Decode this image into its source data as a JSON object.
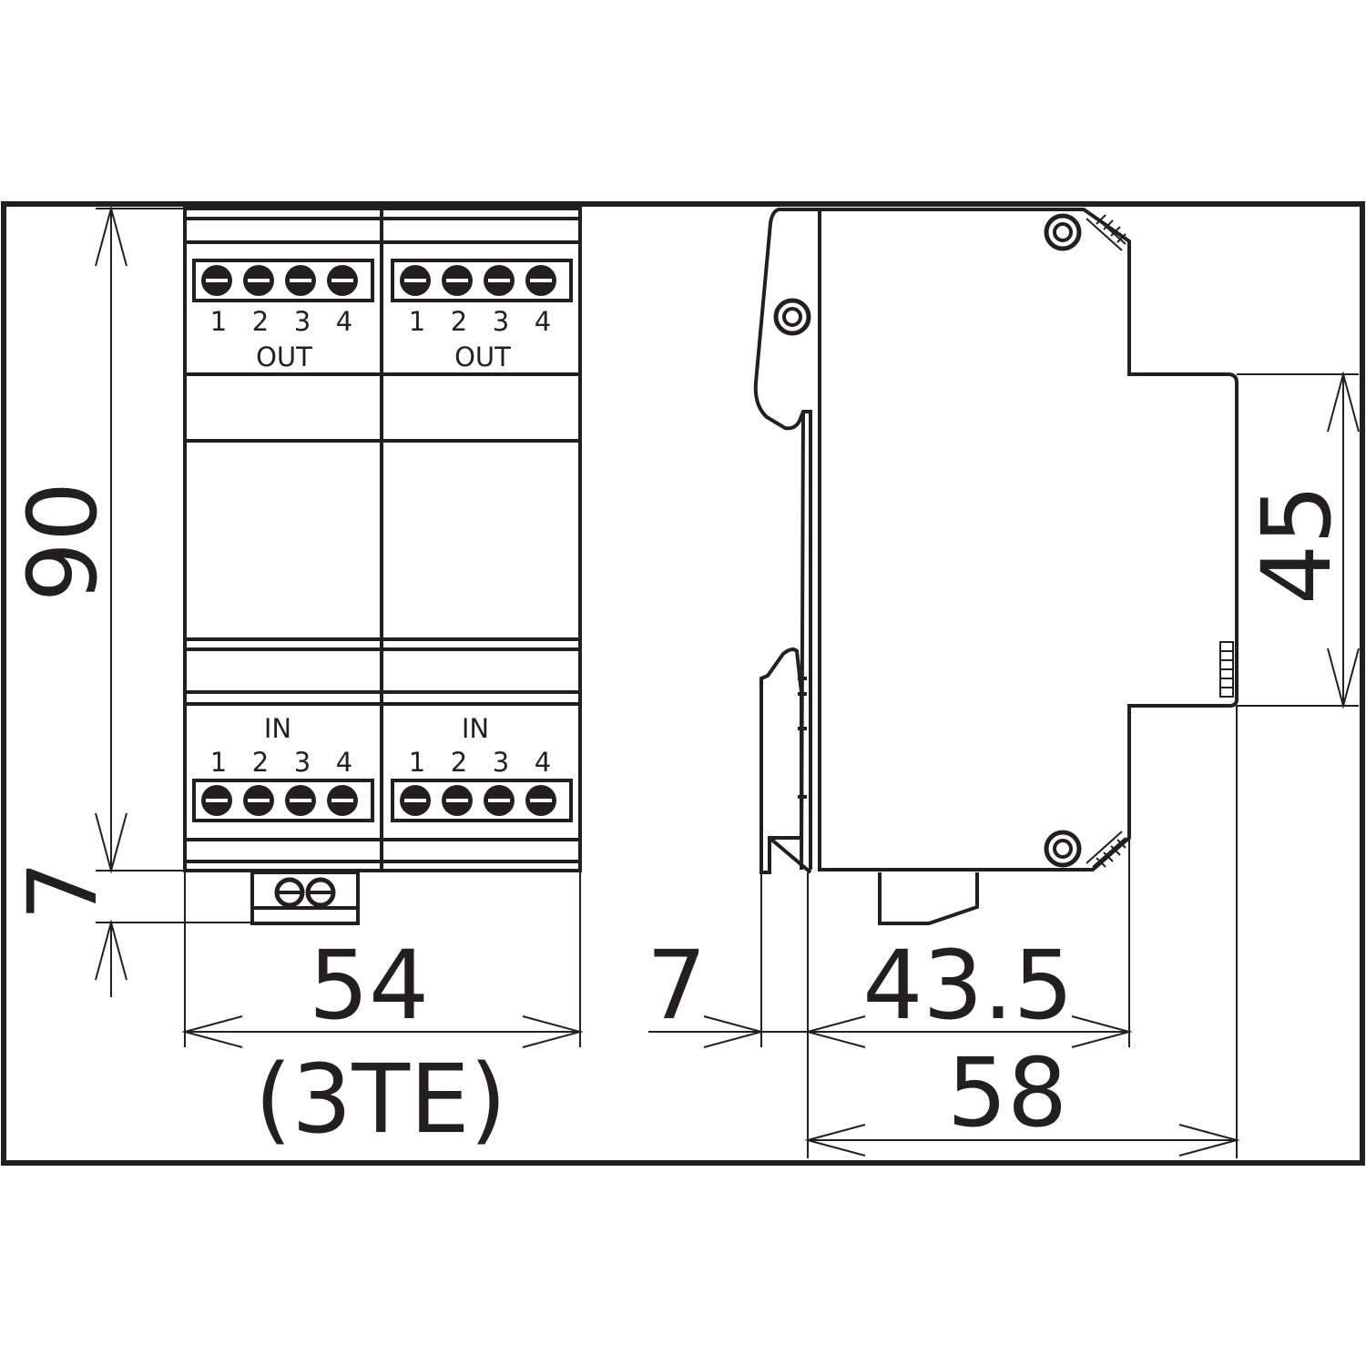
{
  "dimensions": {
    "height_front": "90",
    "rail_offset": "7",
    "width_front": "54",
    "width_modules": "(3TE)",
    "depth_offset": "7",
    "depth_body": "43.5",
    "depth_total": "58",
    "height_side": "45"
  },
  "terminals": {
    "numbers": [
      "1",
      "2",
      "3",
      "4"
    ],
    "out_label": "OUT",
    "in_label": "IN"
  }
}
